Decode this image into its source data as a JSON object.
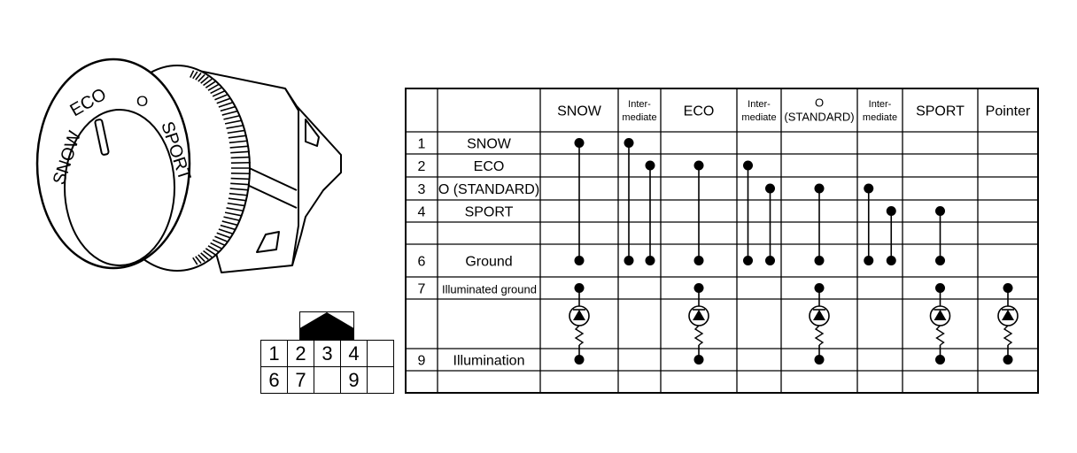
{
  "knob": {
    "labels": {
      "snow": "SNOW",
      "eco": "ECO",
      "standard": "O",
      "sport": "SPORT"
    }
  },
  "connector": {
    "rows": [
      [
        "1",
        "2",
        "3",
        "4",
        ""
      ],
      [
        "6",
        "7",
        "",
        "9",
        ""
      ]
    ]
  },
  "table": {
    "columns": [
      {
        "key": "snow",
        "label": "SNOW"
      },
      {
        "key": "int1",
        "label_lines": [
          "Inter-",
          "mediate"
        ]
      },
      {
        "key": "eco",
        "label": "ECO"
      },
      {
        "key": "int2",
        "label_lines": [
          "Inter-",
          "mediate"
        ]
      },
      {
        "key": "standard",
        "label_lines": [
          "O",
          "(STANDARD)"
        ]
      },
      {
        "key": "int3",
        "label_lines": [
          "Inter-",
          "mediate"
        ]
      },
      {
        "key": "sport",
        "label": "SPORT"
      },
      {
        "key": "pointer",
        "label": "Pointer"
      }
    ],
    "rows": [
      {
        "pin": "1",
        "name": "SNOW"
      },
      {
        "pin": "2",
        "name": "ECO"
      },
      {
        "pin": "3",
        "name": "O (STANDARD)"
      },
      {
        "pin": "4",
        "name": "SPORT"
      },
      {
        "pin": "",
        "name": ""
      },
      {
        "pin": "6",
        "name": "Ground"
      },
      {
        "pin": "7",
        "name": "Illuminated ground"
      },
      {
        "pin": "",
        "name": ""
      },
      {
        "pin": "9",
        "name": "Illumination"
      },
      {
        "pin": "",
        "name": ""
      }
    ],
    "connections": [
      {
        "column": "snow",
        "sub": 0,
        "pins": [
          "1",
          "6"
        ]
      },
      {
        "column": "int1",
        "sub": 0,
        "pins": [
          "1",
          "6"
        ]
      },
      {
        "column": "int1",
        "sub": 1,
        "pins": [
          "2",
          "6"
        ]
      },
      {
        "column": "eco",
        "sub": 0,
        "pins": [
          "2",
          "6"
        ]
      },
      {
        "column": "int2",
        "sub": 0,
        "pins": [
          "2",
          "6"
        ]
      },
      {
        "column": "int2",
        "sub": 1,
        "pins": [
          "3",
          "6"
        ]
      },
      {
        "column": "standard",
        "sub": 0,
        "pins": [
          "3",
          "6"
        ]
      },
      {
        "column": "int3",
        "sub": 0,
        "pins": [
          "3",
          "6"
        ]
      },
      {
        "column": "int3",
        "sub": 1,
        "pins": [
          "4",
          "6"
        ]
      },
      {
        "column": "sport",
        "sub": 0,
        "pins": [
          "4",
          "6"
        ]
      }
    ],
    "illuminated_columns": [
      "snow",
      "eco",
      "standard",
      "sport",
      "pointer"
    ]
  }
}
